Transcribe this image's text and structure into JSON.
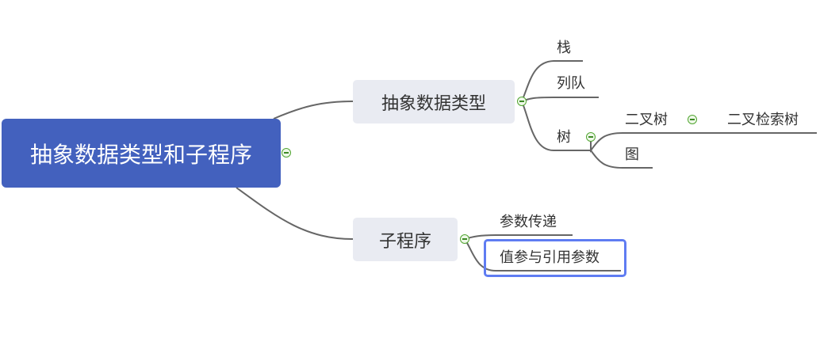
{
  "root": {
    "label": "抽象数据类型和子程序"
  },
  "branches": {
    "adt": {
      "label": "抽象数据类型",
      "children": {
        "stack": "栈",
        "queue": "列队",
        "tree": {
          "label": "树",
          "binary_tree": {
            "label": "二叉树",
            "child": "二叉检索树"
          },
          "graph": "图"
        }
      }
    },
    "subprogram": {
      "label": "子程序",
      "children": {
        "param_passing": "参数传递",
        "value_ref": "值参与引用参数"
      }
    }
  },
  "colors": {
    "root_fill": "#4361be",
    "topic_fill": "#e9ebf2",
    "connector": "#666666",
    "selection": "#5f7cf2",
    "collapse_icon": "#52a632"
  },
  "icons": {
    "collapse": "collapse-minus-icon"
  },
  "selected_node": "值参与引用参数"
}
